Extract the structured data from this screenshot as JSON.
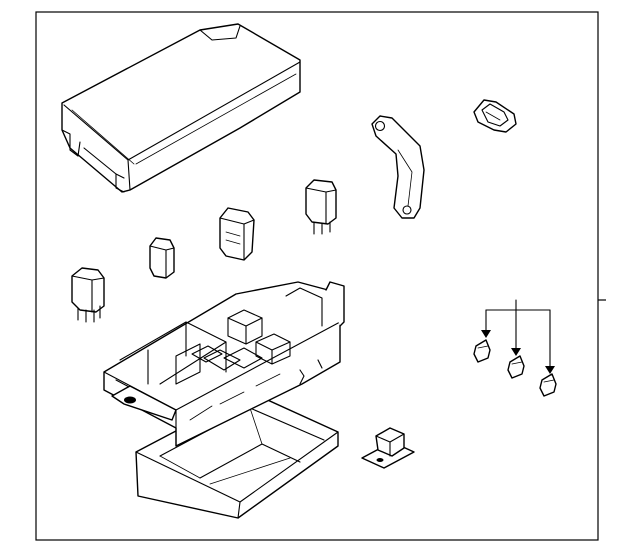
{
  "diagram": {
    "border_color": "#000000",
    "line_color": "#000000",
    "background": "#ffffff",
    "parts": [
      "fuse-box-cover",
      "mounting-bracket",
      "grommet",
      "relay-upper",
      "relay-left",
      "maxi-fuse",
      "mini-fuse",
      "fuse-box-body",
      "lower-tray",
      "blade-fuse-set",
      "harness-clip"
    ]
  }
}
